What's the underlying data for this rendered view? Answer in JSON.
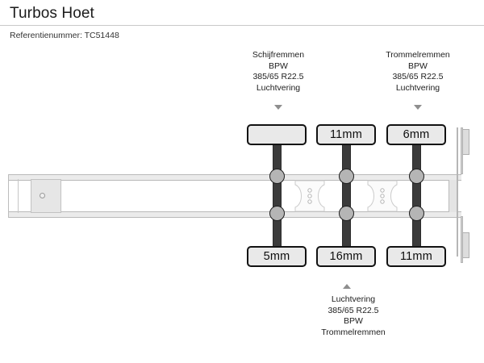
{
  "header": {
    "title": "Turbos Hoet",
    "reference": "Referentienummer: TC51448"
  },
  "diagram": {
    "type": "trailer-axle-schematic",
    "callouts": {
      "top_left": {
        "lines": [
          "Schijfremmen",
          "BPW",
          "385/65 R22.5",
          "Luchtvering"
        ],
        "arrow": "arrow-down-icon"
      },
      "top_right": {
        "lines": [
          "Trommelremmen",
          "BPW",
          "385/65 R22.5",
          "Luchtvering"
        ],
        "arrow": "arrow-down-icon"
      },
      "bottom": {
        "lines": [
          "Luchtvering",
          "385/65 R22.5",
          "BPW",
          "Trommelremmen"
        ],
        "arrow": "arrow-up-icon"
      }
    },
    "axles": [
      {
        "index": 1,
        "top_badge": "",
        "bottom_badge": "5mm"
      },
      {
        "index": 2,
        "top_badge": "11mm",
        "bottom_badge": "16mm"
      },
      {
        "index": 3,
        "top_badge": "6mm",
        "bottom_badge": "11mm"
      }
    ],
    "colors": {
      "axle": "#3b3b3b",
      "hub": "#b5b5b5",
      "badge_fill": "#e9e9e9",
      "badge_border": "#121212",
      "chassis_rail": "#ebebeb",
      "chassis_outline": "#b9b9b9",
      "arrow": "#8e8e8e",
      "divider": "#c9c9c9"
    }
  }
}
